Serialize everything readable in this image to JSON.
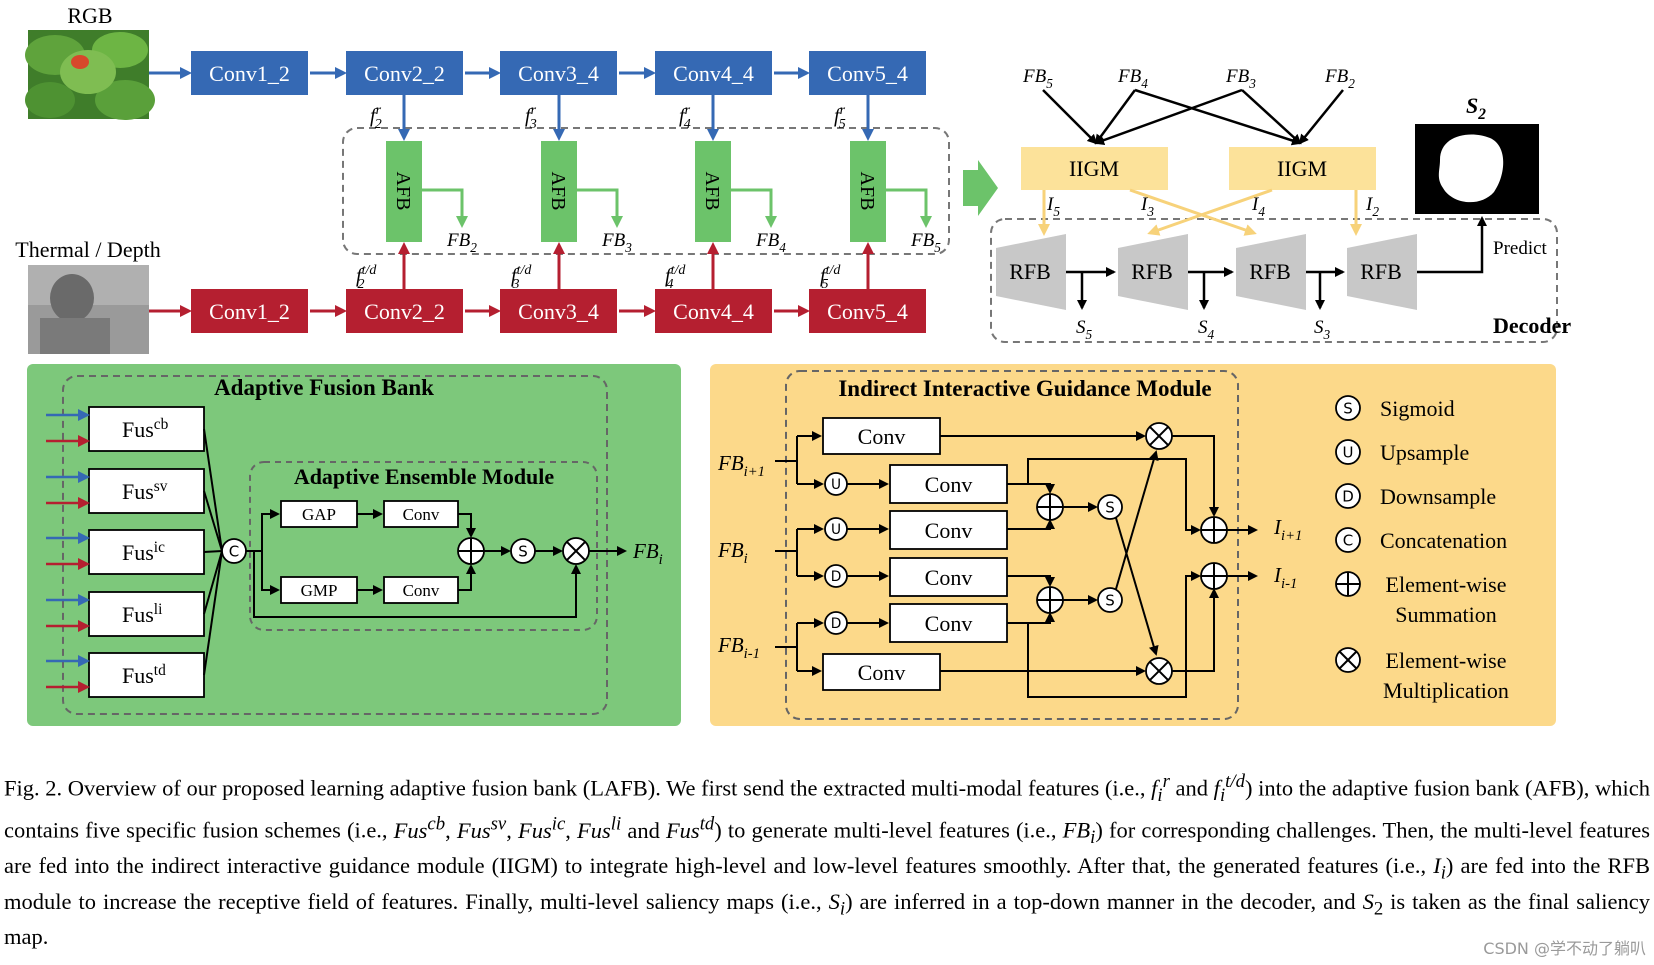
{
  "colors": {
    "rgb_block": "#3569b4",
    "td_block": "#b51f30",
    "afb_block": "#6cc36a",
    "iigm_block": "#fce29a",
    "rfb_block": "#c8c8c8",
    "afb_panel": "#7dc87b",
    "iigm_panel": "#fcd98a",
    "arrow_blue": "#3569b4",
    "arrow_red": "#b51f30",
    "arrow_green": "#6cc36a",
    "arrow_yellow": "#f7d27a"
  },
  "top": {
    "rgb_label": "RGB",
    "td_label": "Thermal / Depth",
    "rgb_convs": [
      "Conv1_2",
      "Conv2_2",
      "Conv3_4",
      "Conv4_4",
      "Conv5_4"
    ],
    "td_convs": [
      "Conv1_2",
      "Conv2_2",
      "Conv3_4",
      "Conv4_4",
      "Conv5_4"
    ],
    "afb_label": "AFB",
    "fr_base": "f",
    "fr_sup": "r",
    "ftd_sup": "t/d",
    "fr_subs": [
      "2",
      "3",
      "4",
      "5"
    ],
    "fb_base": "FB",
    "fb_subs": [
      "2",
      "3",
      "4",
      "5"
    ]
  },
  "decoder": {
    "fb_inputs": [
      {
        "base": "FB",
        "sub": "5"
      },
      {
        "base": "FB",
        "sub": "4"
      },
      {
        "base": "FB",
        "sub": "3"
      },
      {
        "base": "FB",
        "sub": "2"
      }
    ],
    "iigm_label": "IIGM",
    "i_labels": [
      {
        "base": "I",
        "sub": "5"
      },
      {
        "base": "I",
        "sub": "3"
      },
      {
        "base": "I",
        "sub": "4"
      },
      {
        "base": "I",
        "sub": "2"
      }
    ],
    "rfb_label": "RFB",
    "s_outputs": [
      {
        "base": "S",
        "sub": "5"
      },
      {
        "base": "S",
        "sub": "4"
      },
      {
        "base": "S",
        "sub": "3"
      }
    ],
    "s_final": {
      "base": "S",
      "sub": "2"
    },
    "predict_label": "Predict",
    "decoder_label": "Decoder"
  },
  "afb_panel": {
    "title": "Adaptive Fusion Bank",
    "fus_items": [
      {
        "base": "Fus",
        "sup": "cb"
      },
      {
        "base": "Fus",
        "sup": "sv"
      },
      {
        "base": "Fus",
        "sup": "ic"
      },
      {
        "base": "Fus",
        "sup": "li"
      },
      {
        "base": "Fus",
        "sup": "td"
      }
    ],
    "concat_symbol": "C",
    "aem_title": "Adaptive Ensemble Module",
    "gap": "GAP",
    "gmp": "GMP",
    "conv": "Conv",
    "sigmoid_symbol": "S",
    "output": {
      "base": "FB",
      "sub": "i"
    }
  },
  "iigm_panel": {
    "title": "Indirect Interactive Guidance Module",
    "conv": "Conv",
    "inputs": [
      {
        "base": "FB",
        "sub": "i+1"
      },
      {
        "base": "FB",
        "sub": "i"
      },
      {
        "base": "FB",
        "sub": "i-1"
      }
    ],
    "outputs": [
      {
        "base": "I",
        "sub": "i+1"
      },
      {
        "base": "I",
        "sub": "i-1"
      }
    ],
    "up_symbol": "U",
    "down_symbol": "D",
    "sigmoid_symbol": "S",
    "legend": [
      {
        "symbol": "S",
        "text": "Sigmoid"
      },
      {
        "symbol": "U",
        "text": "Upsample"
      },
      {
        "symbol": "D",
        "text": "Downsample"
      },
      {
        "symbol": "C",
        "text": "Concatenation"
      },
      {
        "symbol": "plus",
        "text": "Element-wise",
        "text2": "Summation"
      },
      {
        "symbol": "times",
        "text": "Element-wise",
        "text2": "Multiplication"
      }
    ]
  },
  "caption": {
    "p1": "Fig. 2.  Overview of our proposed learning adaptive fusion bank (LAFB). We first send the extracted multi-modal features (i.e., ",
    "v1": "f",
    "p2": " and ",
    "v2": "f",
    "p3": ") into the adaptive fusion bank (AFB), which contains five specific fusion schemes (i.e., ",
    "schemes": "Fus^cb, Fus^sv, Fus^ic, Fus^li and Fus^td",
    "p4": ") to generate multi-level features (i.e., ",
    "v3": "FB",
    "p5": ") for corresponding challenges. Then, the multi-level features are fed into the indirect interactive guidance module (IIGM) to integrate high-level and low-level features smoothly. After that, the generated features (i.e., ",
    "v4": "I",
    "p6": ") are fed into the RFB module to increase the receptive field of features. Finally, multi-level saliency maps (i.e., ",
    "v5": "S",
    "p7": ") are inferred in a top-down manner in the decoder, and ",
    "v6": "S",
    "p8": " is taken as the final saliency map."
  },
  "watermark": "CSDN @学不动了躺叭"
}
